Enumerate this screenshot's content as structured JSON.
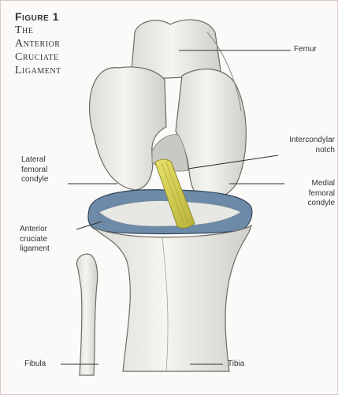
{
  "figure": {
    "heading": "Figure 1",
    "title_lines": [
      "The",
      "Anterior",
      "Cruciate",
      "Ligament"
    ]
  },
  "labels": {
    "femur": "Femur",
    "intercondylar_notch": [
      "Intercondylar",
      "notch"
    ],
    "lateral_femoral_condyle": [
      "Lateral",
      "femoral",
      "condyle"
    ],
    "medial_femoral_condyle": [
      "Medial",
      "femoral",
      "condyle"
    ],
    "anterior_cruciate_ligament": [
      "Anterior",
      "cruciate",
      "ligament"
    ],
    "fibula": "Fibula",
    "tibia": "Tibia"
  },
  "colors": {
    "bone": "#eeeeea",
    "bone_shadow": "#b9b9b4",
    "meniscus": "#5f7f9f",
    "ligament": "#d7d24a",
    "leader_line": "#333333"
  }
}
